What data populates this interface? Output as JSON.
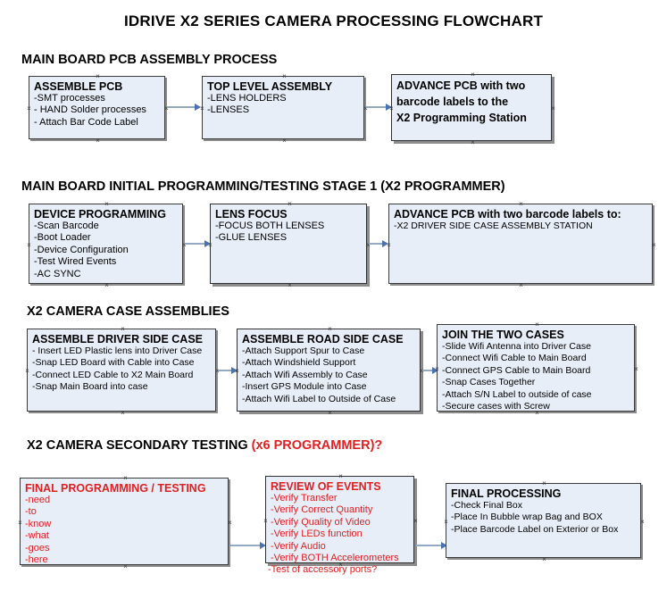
{
  "document": {
    "title": "IDRIVE X2  SERIES CAMERA PROCESSING FLOWCHART"
  },
  "theme": {
    "box_fill": "#e8eef8",
    "box_border": "#000000",
    "shadow": "#8c8c8c",
    "connector_line": "#93a9c4",
    "arrowhead": "#4a72b0",
    "text": "#000000",
    "accent_red": "#e02020"
  },
  "sections": [
    {
      "id": "main-board-pcb-assembly",
      "heading": "MAIN BOARD PCB ASSEMBLY PROCESS",
      "heading_accent": "",
      "boxes": [
        {
          "id": "assemble-pcb",
          "title": "ASSEMBLE PCB",
          "lines": [
            "-SMT processes",
            "- HAND Solder processes",
            "- Attach Bar Code Label"
          ]
        },
        {
          "id": "top-level-assembly",
          "title": "TOP LEVEL ASSEMBLY",
          "lines": [
            "-LENS HOLDERS",
            "-LENSES"
          ]
        },
        {
          "id": "advance-pcb-programming-station",
          "title": "ADVANCE PCB with two",
          "title_lines": [
            "ADVANCE PCB with two",
            "barcode labels to the",
            " X2 Programming Station"
          ],
          "lines": []
        }
      ]
    },
    {
      "id": "main-board-initial-programming",
      "heading": "MAIN BOARD INITIAL PROGRAMMING/TESTING STAGE 1 (X2 PROGRAMMER)",
      "heading_accent": "",
      "boxes": [
        {
          "id": "device-programming",
          "title": "DEVICE PROGRAMMING",
          "lines": [
            "-Scan Barcode",
            "-Boot Loader",
            "-Device Configuration",
            "-Test Wired Events",
            "-AC SYNC"
          ]
        },
        {
          "id": "lens-focus",
          "title": "LENS FOCUS",
          "lines": [
            "-FOCUS BOTH LENSES",
            "-GLUE LENSES"
          ]
        },
        {
          "id": "advance-pcb-driver-side-case",
          "title": "ADVANCE PCB with two barcode labels to:",
          "lines": [
            "-X2 DRIVER  SIDE  CASE  ASSEMBLY STATION"
          ]
        }
      ]
    },
    {
      "id": "x2-camera-case-assemblies",
      "heading": "X2 CAMERA CASE ASSEMBLIES",
      "heading_accent": "",
      "boxes": [
        {
          "id": "assemble-driver-side-case",
          "title": "ASSEMBLE DRIVER SIDE CASE",
          "lines": [
            "- Insert LED Plastic lens into Driver Case",
            "-Snap LED Board with Cable into Case",
            "-Connect LED Cable to X2 Main Board",
            "-Snap Main Board into case"
          ]
        },
        {
          "id": "assemble-road-side-case",
          "title": "ASSEMBLE ROAD SIDE CASE",
          "lines": [
            "-Attach Support Spur to Case",
            "-Attach Windshield Support",
            "-Attach Wifi Assembly to Case",
            "-Insert GPS Module into Case",
            "-Attach Wifi Label to Outside of Case"
          ]
        },
        {
          "id": "join-the-two-cases",
          "title": "JOIN THE TWO CASES",
          "lines": [
            "-Slide Wifi Antenna into Driver Case",
            "-Connect Wifi Cable to Main Board",
            "-Connect GPS Cable to Main Board",
            "-Snap Cases Together",
            "-Attach S/N Label to outside of case",
            "-Secure cases with Screw"
          ]
        }
      ]
    },
    {
      "id": "x2-camera-secondary-testing",
      "heading": "X2 CAMERA SECONDARY TESTING ",
      "heading_accent": "(x6 PROGRAMMER)?",
      "boxes": [
        {
          "id": "final-programming-testing",
          "title": "FINAL PROGRAMMING / TESTING",
          "lines": [
            "-need",
            "-to",
            "-know",
            "-what",
            "-goes",
            "-here"
          ]
        },
        {
          "id": "review-of-events",
          "title": "REVIEW OF EVENTS",
          "lines": [
            "-Verify Transfer",
            "-Verify Correct Quantity",
            "-Verify Quality of Video",
            "-Verify LEDs function",
            "-Verify Audio",
            "-Verify BOTH Accelerometers"
          ],
          "overflow_line": "-Test of accessory ports?"
        },
        {
          "id": "final-processing",
          "title": "FINAL PROCESSING",
          "lines": [
            " -Check Final Box",
            "-Place In Bubble wrap Bag and BOX",
            "-Place Barcode Label on Exterior or Box"
          ]
        }
      ]
    }
  ]
}
